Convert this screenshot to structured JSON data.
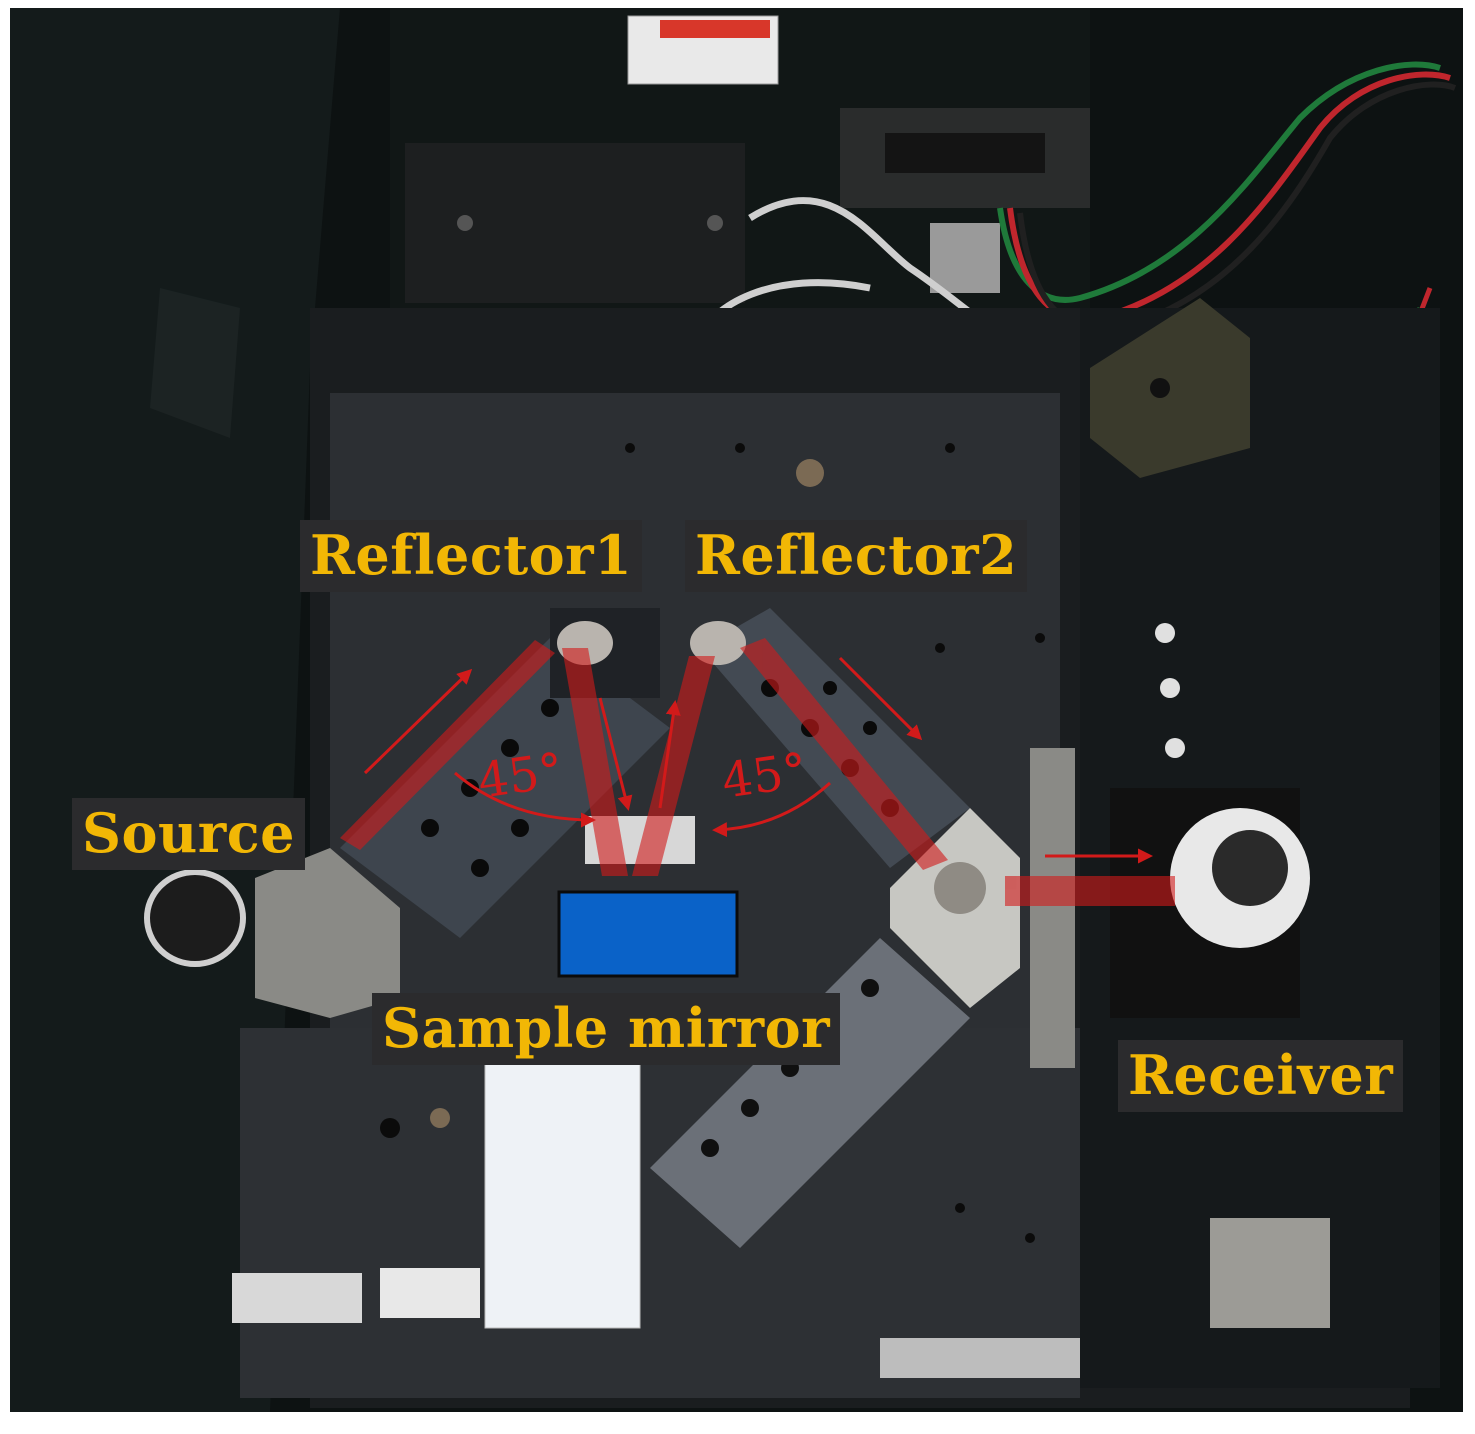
{
  "labels": {
    "reflector1": "Reflector1",
    "reflector2": "Reflector2",
    "source": "Source",
    "sample_mirror": "Sample mirror",
    "receiver": "Receiver"
  },
  "angles": {
    "left": "45°",
    "right": "45°"
  },
  "colors": {
    "label_text": "#f2b705",
    "label_background": "#2b2b2d",
    "beam": "#d21a1a",
    "sample_block": "#0a62c8"
  }
}
